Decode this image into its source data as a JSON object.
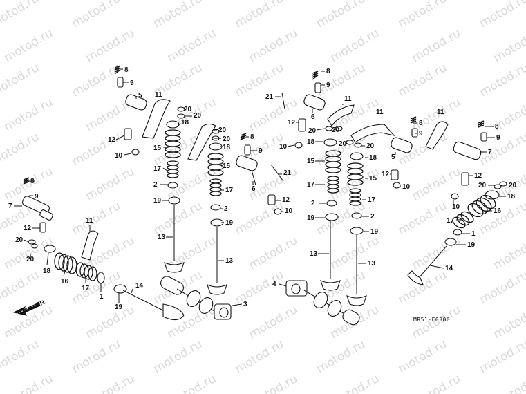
{
  "watermark": "motod.ru",
  "drawing_code": "MR51-E0300",
  "direction_label": "FR.",
  "callouts": [
    "1",
    "2",
    "3",
    "4",
    "5",
    "6",
    "7",
    "8",
    "9",
    "10",
    "11",
    "12",
    "13",
    "14",
    "15",
    "16",
    "17",
    "18",
    "19",
    "20",
    "21"
  ]
}
